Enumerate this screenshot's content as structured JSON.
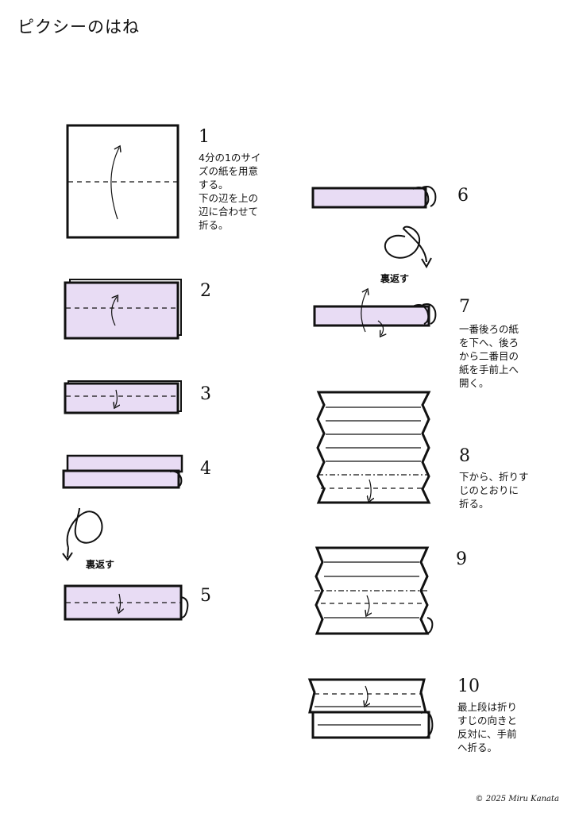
{
  "title": "ピクシーのはね",
  "steps": [
    {
      "num": "1",
      "lines": [
        "4分の1のサイ",
        "ズの紙を用意",
        "する。",
        "下の辺を上の",
        "辺に合わせて",
        "折る。"
      ]
    },
    {
      "num": "2",
      "lines": []
    },
    {
      "num": "3",
      "lines": []
    },
    {
      "num": "4",
      "lines": []
    },
    {
      "num": "5",
      "lines": []
    },
    {
      "num": "6",
      "lines": []
    },
    {
      "num": "7",
      "lines": [
        "一番後ろの紙",
        "を下へ、後ろ",
        "から二番目の",
        "紙を手前上へ",
        "開く。"
      ]
    },
    {
      "num": "8",
      "lines": [
        "下から、折りす",
        "じのとおりに",
        "折る。"
      ]
    },
    {
      "num": "9",
      "lines": []
    },
    {
      "num": "10",
      "lines": [
        "最上段は折り",
        "すじの向きと",
        "反対に、手前",
        "へ折る。"
      ]
    }
  ],
  "flip_label_left": "裏返す",
  "flip_label_right": "裏返す",
  "copyright": "© 2025 Miru Kanata",
  "colors": {
    "paper": "#e8dcf4",
    "ink": "#111111",
    "white": "#ffffff"
  }
}
